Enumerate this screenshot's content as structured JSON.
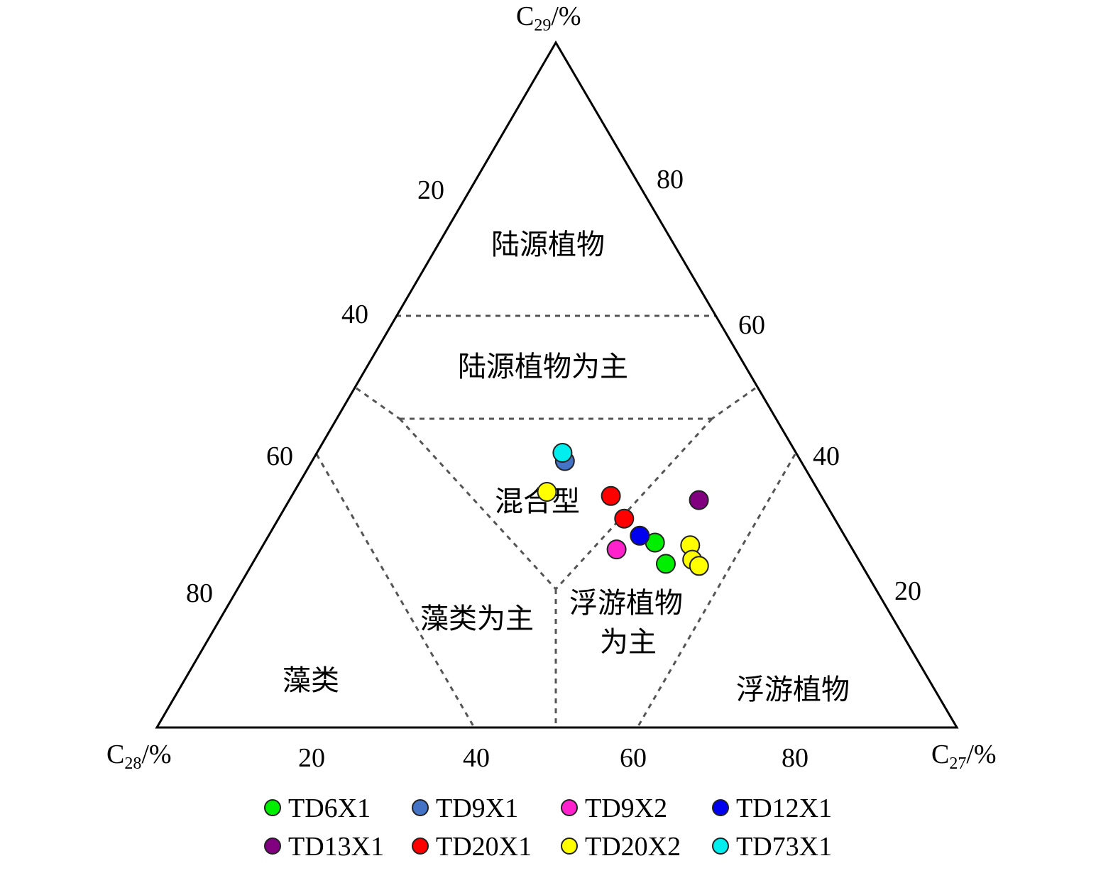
{
  "chart_data": {
    "type": "scatter",
    "subtype": "ternary",
    "axes": {
      "top": {
        "base": "C",
        "sub": "29",
        "unit": "/%"
      },
      "left": {
        "base": "C",
        "sub": "28",
        "unit": "/%"
      },
      "right": {
        "base": "C",
        "sub": "27",
        "unit": "/%"
      }
    },
    "ticks": {
      "c29": [
        "20",
        "40",
        "60",
        "80"
      ],
      "c27": [
        "20",
        "40",
        "60",
        "80"
      ],
      "c28": [
        "20",
        "40",
        "60",
        "80"
      ]
    },
    "regions": [
      {
        "id": "terrestrial",
        "label": "陆源植物"
      },
      {
        "id": "terrestrial-dominant",
        "label": "陆源植物为主"
      },
      {
        "id": "mixed",
        "label": "混合型"
      },
      {
        "id": "algae-dominant",
        "label": "藻类为主"
      },
      {
        "id": "plankton-dominant",
        "label": "浮游植物",
        "label2": "为主"
      },
      {
        "id": "algae",
        "label": "藻类"
      },
      {
        "id": "plankton",
        "label": "浮游植物"
      }
    ],
    "boundaries": [
      {
        "c27": 30,
        "c28": 30,
        "c29": 40
      },
      {
        "c27": 20,
        "c28": 20,
        "c29": 60
      }
    ],
    "series": [
      {
        "name": "TD6X1",
        "color": "#00ee00",
        "points": [
          {
            "c27": 48.8,
            "c28": 24.2,
            "c29": 27.0
          },
          {
            "c27": 51.7,
            "c28": 24.4,
            "c29": 23.9
          }
        ]
      },
      {
        "name": "TD9X1",
        "color": "#4472c4",
        "points": [
          {
            "c27": 31.6,
            "c28": 29.5,
            "c29": 38.9
          }
        ]
      },
      {
        "name": "TD9X2",
        "color": "#ff22cc",
        "points": [
          {
            "c27": 44.5,
            "c28": 29.5,
            "c29": 26.0
          }
        ]
      },
      {
        "name": "TD12X1",
        "color": "#0000ee",
        "points": [
          {
            "c27": 46.4,
            "c28": 25.6,
            "c29": 28.0
          }
        ]
      },
      {
        "name": "TD13X1",
        "color": "#800080",
        "points": [
          {
            "c27": 51.2,
            "c28": 15.6,
            "c29": 33.2
          }
        ]
      },
      {
        "name": "TD20X1",
        "color": "#ff0000",
        "points": [
          {
            "c27": 39.9,
            "c28": 26.3,
            "c29": 33.8
          },
          {
            "c27": 43.2,
            "c28": 26.3,
            "c29": 30.5
          }
        ]
      },
      {
        "name": "TD20X2",
        "color": "#ffff00",
        "points": [
          {
            "c27": 31.6,
            "c28": 34.0,
            "c29": 34.4
          },
          {
            "c27": 53.4,
            "c28": 20.0,
            "c29": 26.6
          },
          {
            "c27": 54.7,
            "c28": 20.8,
            "c29": 24.5
          },
          {
            "c27": 56.0,
            "c28": 20.4,
            "c29": 23.6
          }
        ]
      },
      {
        "name": "TD73X1",
        "color": "#00eeee",
        "points": [
          {
            "c27": 30.7,
            "c28": 29.2,
            "c29": 40.1
          }
        ]
      }
    ]
  }
}
